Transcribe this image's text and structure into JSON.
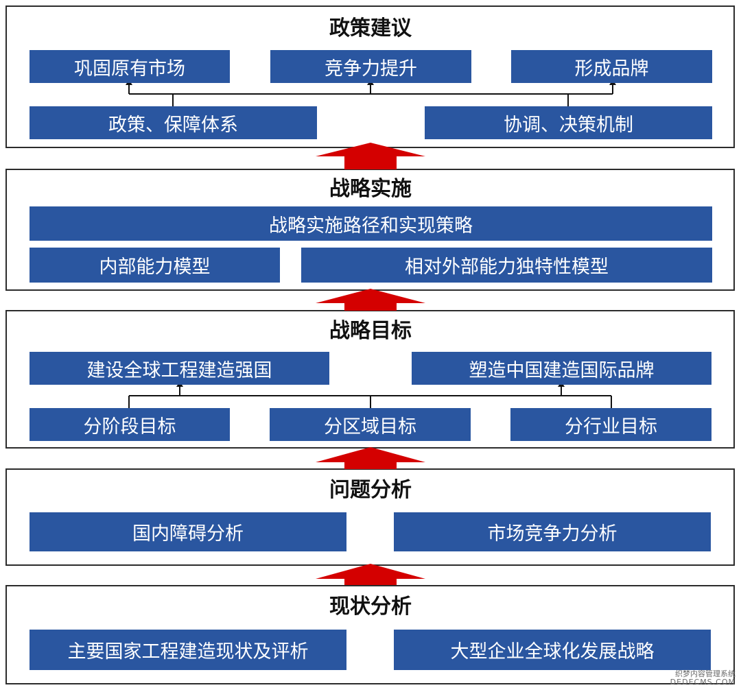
{
  "colors": {
    "box": "#2a56a0",
    "arrow": "#d40000",
    "border": "#2b2b2b"
  },
  "policy": {
    "title": "政策建议",
    "boxes": [
      "巩固原有市场",
      "竞争力提升",
      "形成品牌"
    ],
    "bottom": [
      "政策、保障体系",
      "协调、决策机制"
    ]
  },
  "implementation": {
    "title": "战略实施",
    "main": "战略实施路径和实现策略",
    "left": "内部能力模型",
    "right": "相对外部能力独特性模型"
  },
  "goals": {
    "title": "战略目标",
    "top": [
      "建设全球工程建造强国",
      "塑造中国建造国际品牌"
    ],
    "bottom": [
      "分阶段目标",
      "分区域目标",
      "分行业目标"
    ]
  },
  "problems": {
    "title": "问题分析",
    "boxes": [
      "国内障碍分析",
      "市场竞争力分析"
    ]
  },
  "status": {
    "title": "现状分析",
    "boxes": [
      "主要国家工程建造现状及评析",
      "大型企业全球化发展战略"
    ]
  },
  "watermark": {
    "line1": "织梦内容管理系统",
    "line2": "DEDECMS.COM"
  }
}
